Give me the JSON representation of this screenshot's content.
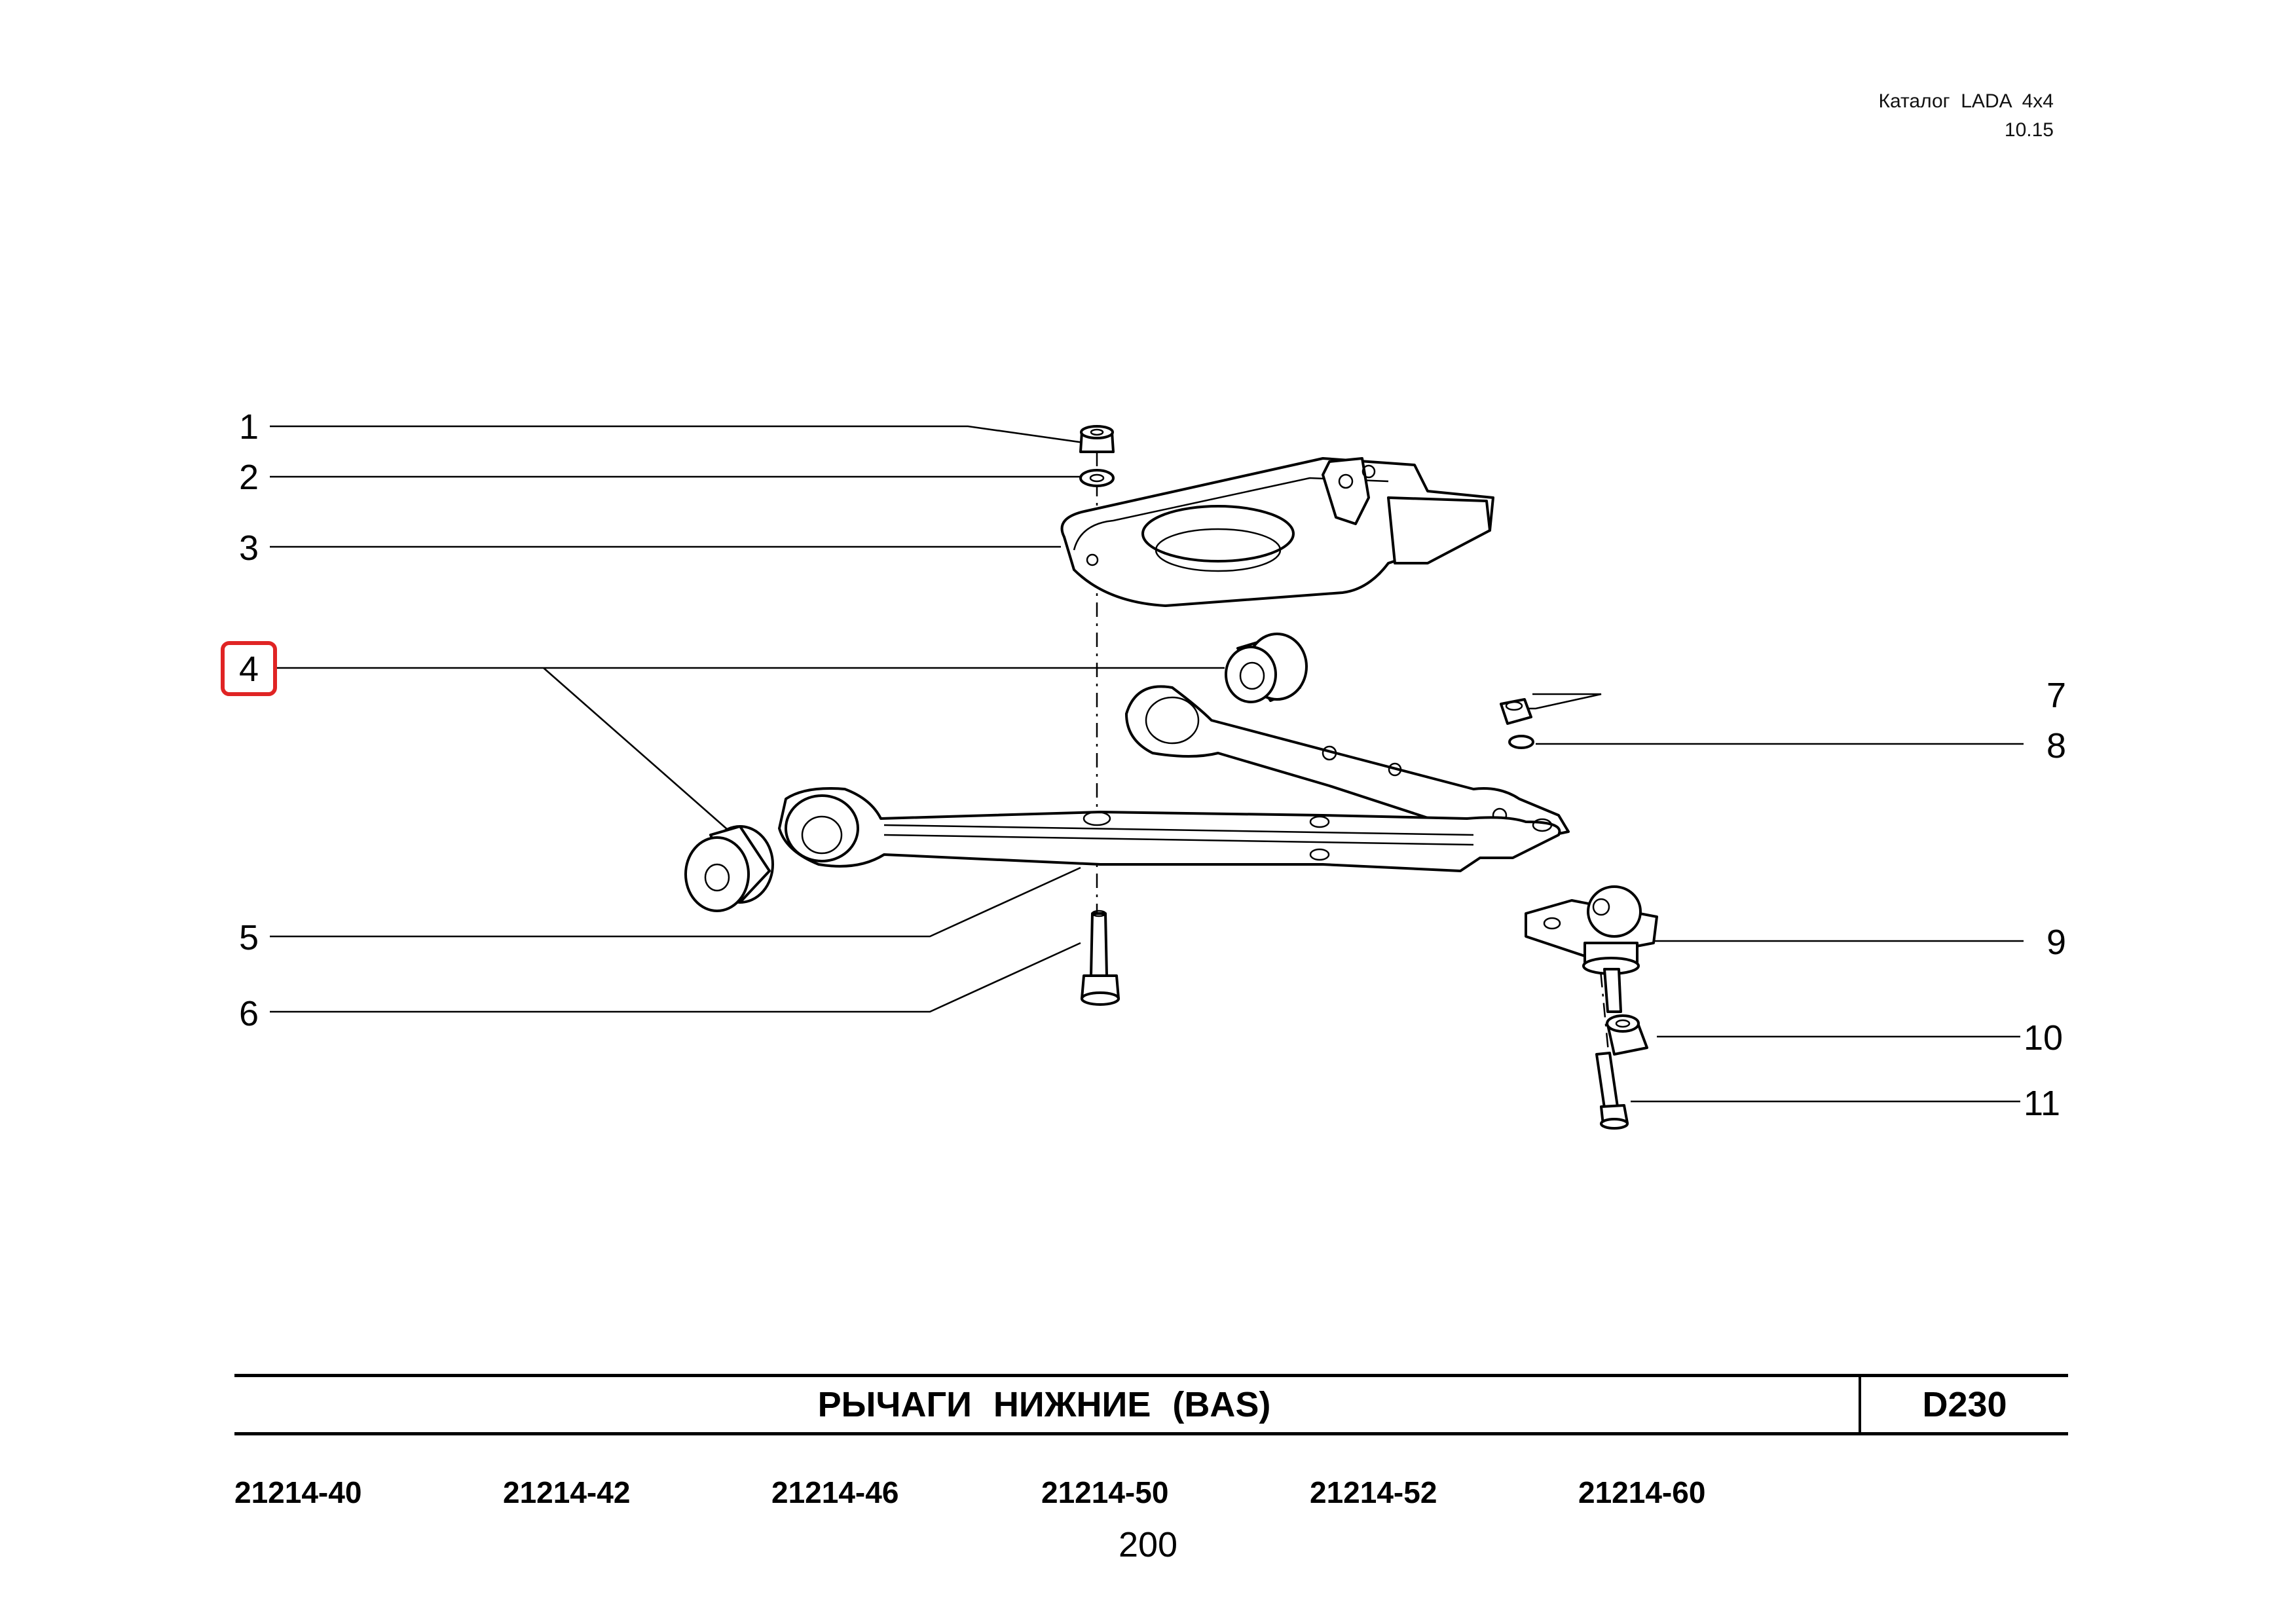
{
  "header": {
    "catalog": "Каталог  LADA  4x4",
    "revision": "10.15"
  },
  "diagram": {
    "callouts": [
      "1",
      "2",
      "3",
      "4",
      "5",
      "6",
      "7",
      "8",
      "9",
      "10",
      "11"
    ],
    "highlighted_callout": "4",
    "highlight_color": "#e02424"
  },
  "title_block": {
    "title": "РЫЧАГИ   НИЖНИЕ  (BAS)",
    "code": "D230"
  },
  "models": [
    "21214-40",
    "21214-42",
    "21214-46",
    "21214-50",
    "21214-52",
    "21214-60"
  ],
  "page_number": "200"
}
